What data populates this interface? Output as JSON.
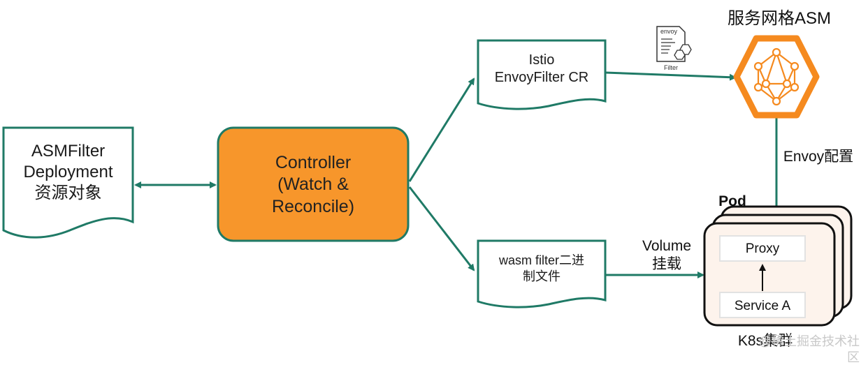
{
  "nodes": {
    "asmfilter": {
      "line1": "ASMFilter",
      "line2": "Deployment",
      "line3": "资源对象"
    },
    "controller": {
      "line1": "Controller",
      "line2": "(Watch &",
      "line3": "Reconcile)"
    },
    "envoyfilter": {
      "line1": "Istio",
      "line2": "EnvoyFilter CR"
    },
    "wasmfile": {
      "line1": "wasm filter二进",
      "line2": "制文件"
    },
    "asm": {
      "title": "服务网格ASM"
    },
    "pod": {
      "label": "Pod",
      "proxy": "Proxy",
      "service": "Service A"
    },
    "cluster": {
      "label": "K8s集群"
    }
  },
  "edges": {
    "envoy_config": "Envoy配置",
    "volume_line1": "Volume",
    "volume_line2": "挂载"
  },
  "envoy_icon": {
    "top_label": "envoy",
    "bottom_label": "Filter",
    "icon": "envoy-filter-document-icon"
  },
  "watermark": "@稀土掘金技术社区",
  "colors": {
    "accent_teal": "#1f7a66",
    "controller_orange": "#f7962b",
    "asm_orange": "#f58a1f",
    "pod_fill": "#fdf3ec"
  }
}
